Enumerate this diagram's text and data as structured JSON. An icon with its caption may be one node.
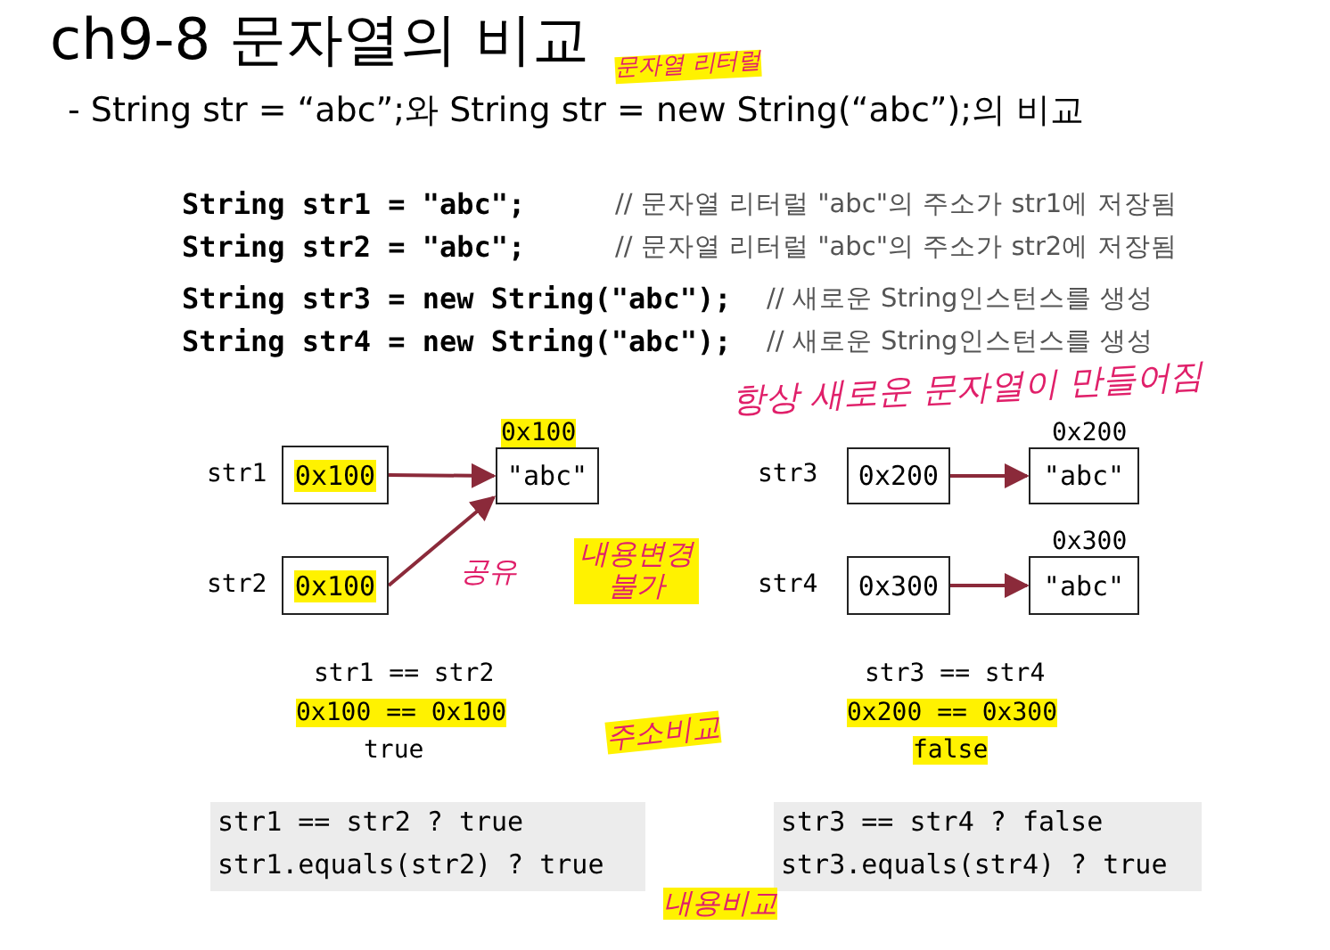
{
  "diagram": {
    "title": "ch9-8 문자열의 비교",
    "nodes": [
      {
        "text": [
          "0x100"
        ],
        "beside": [
          "str1"
        ]
      },
      {
        "text": [
          "0x100"
        ],
        "beside": [
          "str2"
        ]
      },
      {
        "text": [
          "\"abc\""
        ],
        "beside": [
          "0x100"
        ]
      },
      {
        "text": [
          "0x200"
        ],
        "beside": [
          "str3"
        ]
      },
      {
        "text": [
          "\"abc\""
        ],
        "beside": [
          "0x200"
        ]
      },
      {
        "text": [
          "0x300"
        ],
        "beside": [
          "str4"
        ]
      },
      {
        "text": [
          "\"abc\""
        ],
        "beside": [
          "0x300"
        ]
      }
    ],
    "edges": [
      {
        "from": 0,
        "to": 2,
        "arrow": "to"
      },
      {
        "from": 1,
        "to": 2,
        "arrow": "to"
      },
      {
        "from": 3,
        "to": 4,
        "arrow": "to"
      },
      {
        "from": 5,
        "to": 6,
        "arrow": "to"
      }
    ],
    "labels": [
      "- String str = “abc”;와 String str = new String(“abc”);의 비교",
      "문자열 리터럴",
      "String str1 = \"abc\";",
      "// 문자열 리터럴 \"abc\"의 주소가 str1에 저장됨",
      "String str2 = \"abc\";",
      "// 문자열 리터럴 \"abc\"의 주소가 str2에 저장됨",
      "String str3 = new String(\"abc\");",
      "// 새로운 String인스턴스를 생성",
      "String str4 = new String(\"abc\");",
      "// 새로운 String인스턴스를 생성",
      "항상 새로운 문자열이 만들어짐",
      "공유",
      "내용변경 불가",
      "str1 == str2",
      "0x100 == 0x100",
      "true",
      "str3 == str4",
      "0x200 == 0x300",
      "false",
      "주소비교",
      "str1 == str2 ? true",
      "str1.equals(str2) ? true",
      "str3 == str4 ? false",
      "str3.equals(str4) ? true",
      "내용비교"
    ]
  }
}
